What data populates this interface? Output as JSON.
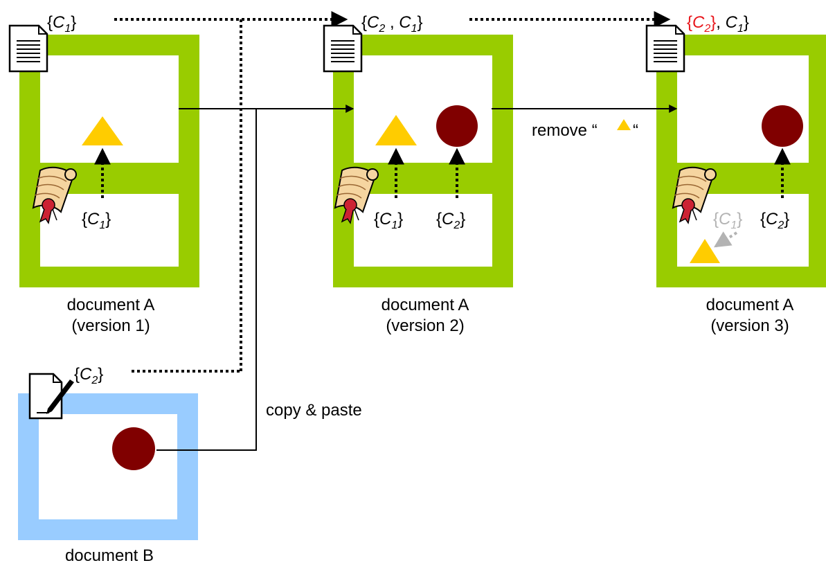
{
  "colors": {
    "doc_a_frame": "#99cc00",
    "doc_b_frame": "#99ccff",
    "triangle": "#ffcc00",
    "circle": "#800000",
    "removed_mark": "#e8151b",
    "faded": "#b3b3b3"
  },
  "icons": {
    "document": "document-lines-icon",
    "pen_document": "pen-document-icon",
    "certificate": "certificate-scroll-icon",
    "triangle": "triangle-shape",
    "circle": "circle-shape"
  },
  "labels": {
    "c_prefix": "C",
    "open": "{",
    "close": "}",
    "comma": ",",
    "sub_1": "1",
    "sub_2": "2"
  },
  "documents": {
    "a1": {
      "name": "document A",
      "version": "(version 1)"
    },
    "a2": {
      "name": "document A",
      "version": "(version 2)"
    },
    "a3": {
      "name": "document A",
      "version": "(version 3)"
    },
    "b": {
      "name": "document B"
    }
  },
  "edges": {
    "copy_paste": "copy & paste",
    "remove_prefix": "remove “",
    "remove_suffix": "“"
  }
}
